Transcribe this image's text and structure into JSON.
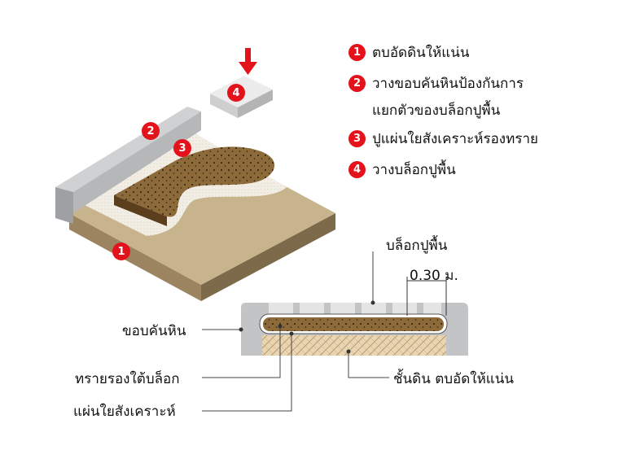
{
  "steps": [
    {
      "num": "1",
      "text": "ตบอัดดินให้แน่น"
    },
    {
      "num": "2",
      "text": "วางขอบคันหินป้องกันการ"
    },
    {
      "num": "",
      "text": "แยกตัวของบล็อกปูพื้น"
    },
    {
      "num": "3",
      "text": "ปูแผ่นใยสังเคราะห์รองทราย"
    },
    {
      "num": "4",
      "text": "วางบล็อกปูพื้น"
    }
  ],
  "diagram_markers": [
    "1",
    "2",
    "3",
    "4"
  ],
  "cross_section": {
    "block_label": "บล็อกปูพื้น",
    "thickness_label": "0.30 ม.",
    "curb_label": "ขอบคันหิน",
    "sand_label": "ทรายรองใต้บล็อก",
    "soil_label": "ชั้นดิน ตบอัดให้แน่น",
    "geotextile_label": "แผ่นใยสังเคราะห์"
  },
  "colors": {
    "accent": "#e3121b",
    "soil": "#c8b48c",
    "sand": "#8c6a3a",
    "curb": "#b5b7b9"
  }
}
